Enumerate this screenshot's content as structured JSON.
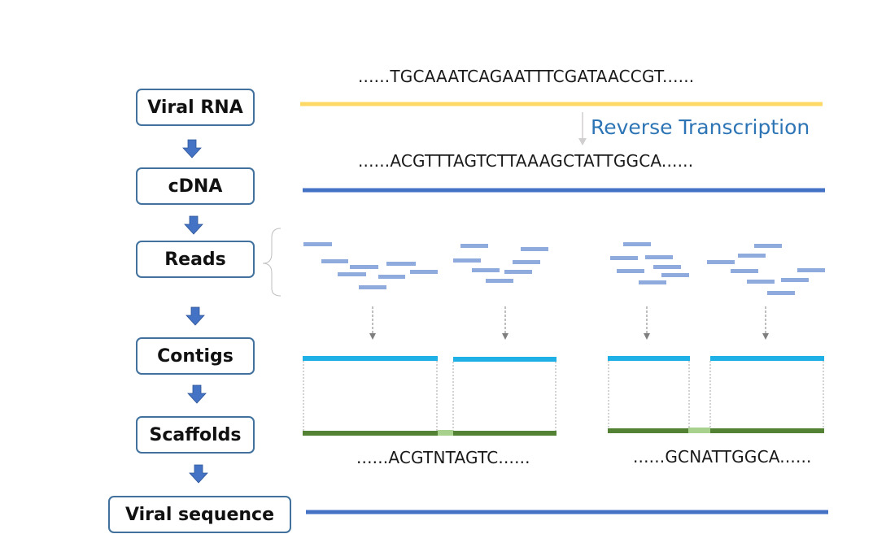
{
  "colors": {
    "box_border": "#41719c",
    "flow_arrow": "#4472c4",
    "rna_line": "#ffd966",
    "dna_line": "#4472c4",
    "read": "#8faadc",
    "contig": "#1fb0e6",
    "scaffold": "#548235",
    "gap": "#a9d18e",
    "connector": "#7f7f7f",
    "rt_label": "#2e75b6"
  },
  "steps": [
    {
      "label": "Viral RNA"
    },
    {
      "label": "cDNA"
    },
    {
      "label": "Reads"
    },
    {
      "label": "Contigs"
    },
    {
      "label": "Scaffolds"
    },
    {
      "label": "Viral sequence"
    }
  ],
  "sequences": {
    "rna": "......TGCAAATCAGAATTTCGATAACCGT......",
    "cdna": "......ACGTTTAGTCTTAAAGCTATTGGCA......",
    "scaffold_left": "......ACGTNTAGTC......",
    "scaffold_right": "......GCNATTGGCA......"
  },
  "reverse_transcription_label": "Reverse Transcription",
  "icons": {
    "flow_arrow": "down-arrow-icon",
    "read_arrow": "dashed-down-arrow-icon"
  }
}
